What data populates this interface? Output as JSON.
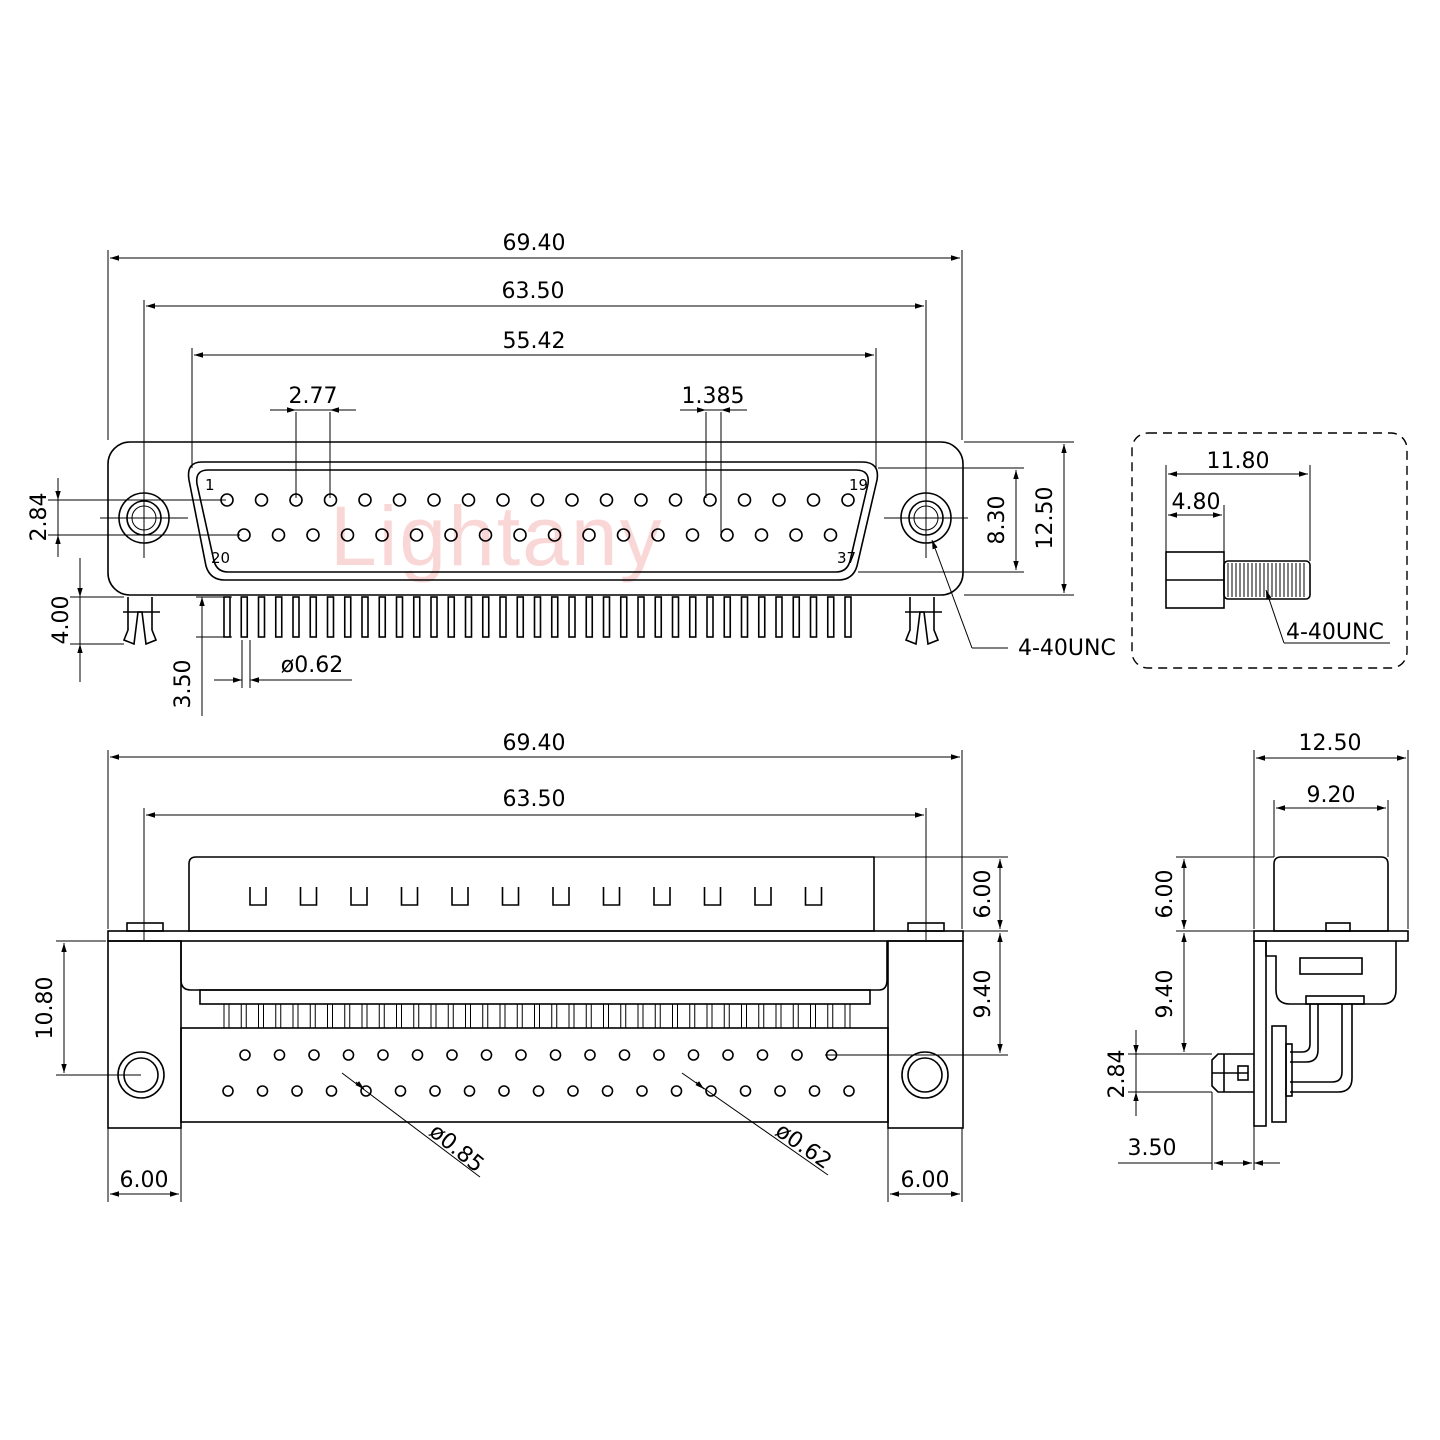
{
  "watermark": "Lightany",
  "pin_labels": {
    "p1": "1",
    "p19": "19",
    "p20": "20",
    "p37": "37"
  },
  "thread_label": "4-40UNC",
  "front_view": {
    "overall_width": "69.40",
    "mount_spacing": "63.50",
    "shell_width": "55.42",
    "pin_pitch": "2.77",
    "row_offset": "1.385",
    "row_spacing": "2.84",
    "shell_height": "8.30",
    "flange_height": "12.50",
    "board_lock_length": "4.00",
    "pin_tail_length": "3.50",
    "pin_diameter": "ø0.62"
  },
  "screw_detail": {
    "total_length": "11.80",
    "hex_length": "4.80",
    "thread": "4-40UNC"
  },
  "bottom_view": {
    "overall_width": "69.40",
    "mount_spacing": "63.50",
    "shell_height": "6.00",
    "body_depth": "9.40",
    "mount_depth": "10.80",
    "boardlock_hole": "ø0.85",
    "pin_hole": "ø0.62",
    "left_ear": "6.00",
    "right_ear": "6.00"
  },
  "side_view": {
    "flange_height": "12.50",
    "shell_height": "9.20",
    "shell_depth": "6.00",
    "body_depth": "9.40",
    "row_spacing": "2.84",
    "pin_tail_offset": "3.50"
  }
}
